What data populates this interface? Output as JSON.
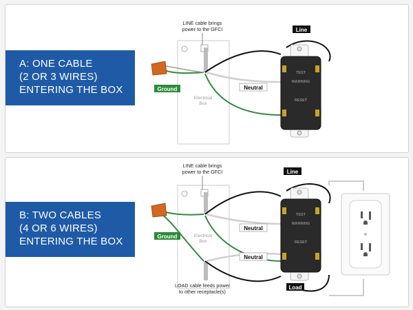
{
  "panel_a": {
    "banner": [
      "A: ONE CABLE",
      "(2 OR 3 WIRES)",
      "ENTERING THE BOX"
    ],
    "note_line": [
      "LINE cable brings",
      "power to the GFCI"
    ],
    "line_label": "Line",
    "neutral_label": "Neutral",
    "ground_label": "Ground",
    "box_label": [
      "Electrical",
      "Box"
    ]
  },
  "panel_b": {
    "banner": [
      "B: TWO CABLES",
      "(4 OR 6 WIRES)",
      "ENTERING THE BOX"
    ],
    "note_line": [
      "LINE cable brings",
      "power to the GFCI"
    ],
    "line_label": "Line",
    "neutral_top_label": "Neutral",
    "neutral_bottom_label": "Neutral",
    "load_label": "Load",
    "ground_label": "Ground",
    "box_label": [
      "Electrical",
      "Box"
    ],
    "note_load": [
      "LOAD cable feeds power",
      "to other receptacle(s)"
    ]
  },
  "device_text": [
    "TEST",
    "WARNING",
    "RESET"
  ],
  "colors": {
    "banner_blue": "#1e5aa6",
    "ground_green": "#2e8b3a",
    "wire_black": "#111111",
    "nut_orange": "#d2691e"
  }
}
